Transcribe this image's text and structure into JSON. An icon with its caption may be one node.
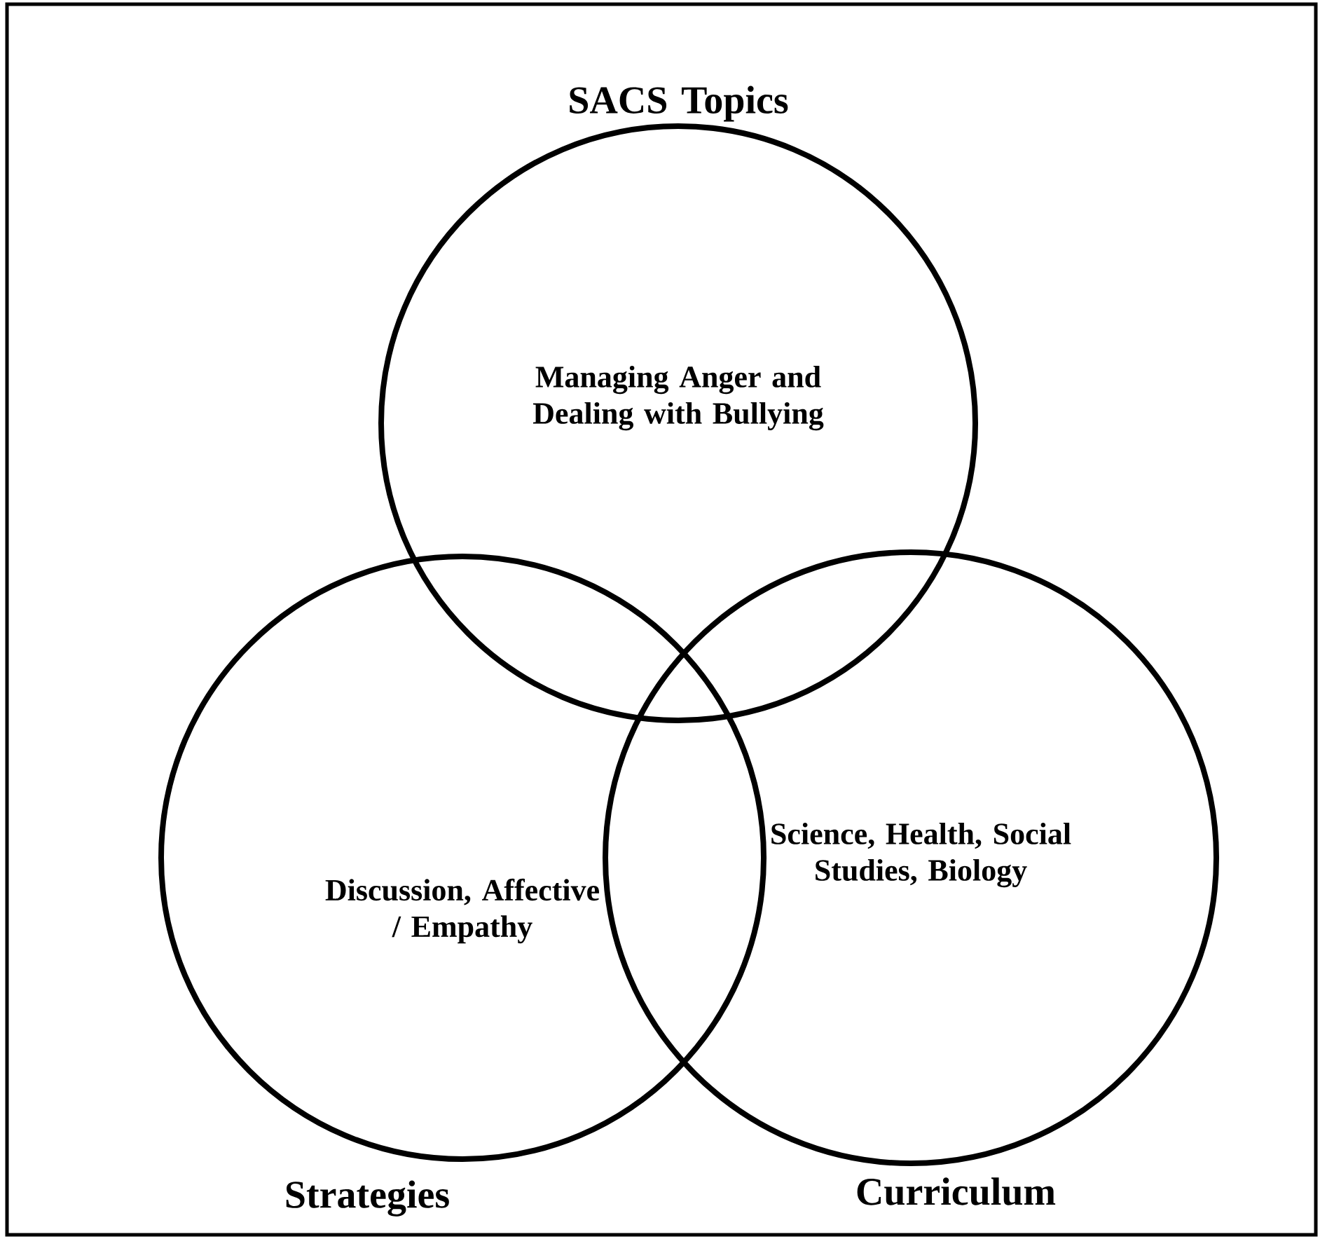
{
  "diagram": {
    "nodes": [
      {
        "text": [
          "SACS Topics",
          "Managing Anger and Dealing with Bullying"
        ]
      },
      {
        "text": [
          "Discussion, Affective / Empathy",
          "Strategies"
        ]
      },
      {
        "text": [
          "Science, Health, Social Studies, Biology",
          "Curriculum"
        ]
      }
    ]
  }
}
